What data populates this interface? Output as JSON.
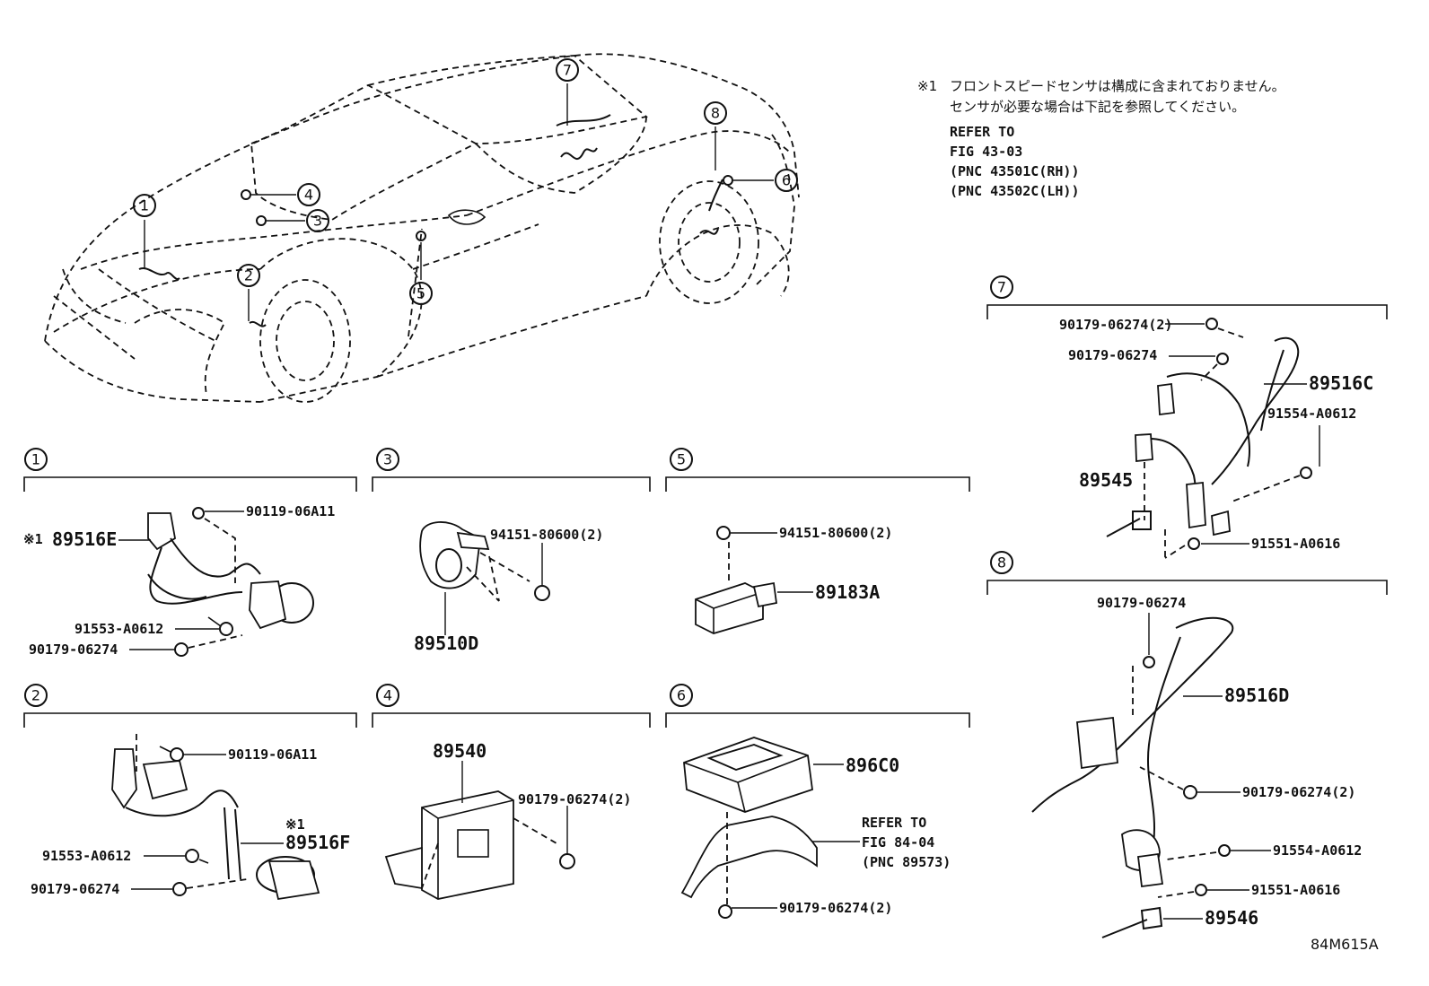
{
  "note": {
    "marker": "※1",
    "line1": "フロントスピードセンサは構成に含まれておりません。",
    "line2": "センサが必要な場合は下記を参照してください。",
    "line3": "REFER TO",
    "line4": "FIG 43-03",
    "line5": "(PNC 43501C(RH))",
    "line6": "(PNC 43502C(LH))"
  },
  "overview": {
    "callouts": [
      "1",
      "2",
      "3",
      "4",
      "5",
      "6",
      "7",
      "8"
    ]
  },
  "sections": {
    "s1": {
      "number": "1",
      "note_mark": "※1",
      "parts": [
        "89516E",
        "90119-06A11",
        "91553-A0612",
        "90179-06274"
      ]
    },
    "s2": {
      "number": "2",
      "note_mark": "※1",
      "parts": [
        "90119-06A11",
        "89516F",
        "91553-A0612",
        "90179-06274"
      ]
    },
    "s3": {
      "number": "3",
      "parts": [
        "94151-80600(2)",
        "89510D"
      ]
    },
    "s4": {
      "number": "4",
      "parts": [
        "89540",
        "90179-06274(2)"
      ]
    },
    "s5": {
      "number": "5",
      "parts": [
        "94151-80600(2)",
        "89183A"
      ]
    },
    "s6": {
      "number": "6",
      "parts": [
        "896C0",
        "90179-06274(2)"
      ],
      "refer": [
        "REFER TO",
        "FIG 84-04",
        "(PNC 89573)"
      ]
    },
    "s7": {
      "number": "7",
      "parts": [
        "90179-06274(2)",
        "90179-06274",
        "89516C",
        "91554-A0612",
        "89545",
        "91551-A0616"
      ]
    },
    "s8": {
      "number": "8",
      "parts": [
        "90179-06274",
        "89516D",
        "90179-06274(2)",
        "91554-A0612",
        "91551-A0616",
        "89546"
      ]
    }
  },
  "figure_id": "84M615A"
}
